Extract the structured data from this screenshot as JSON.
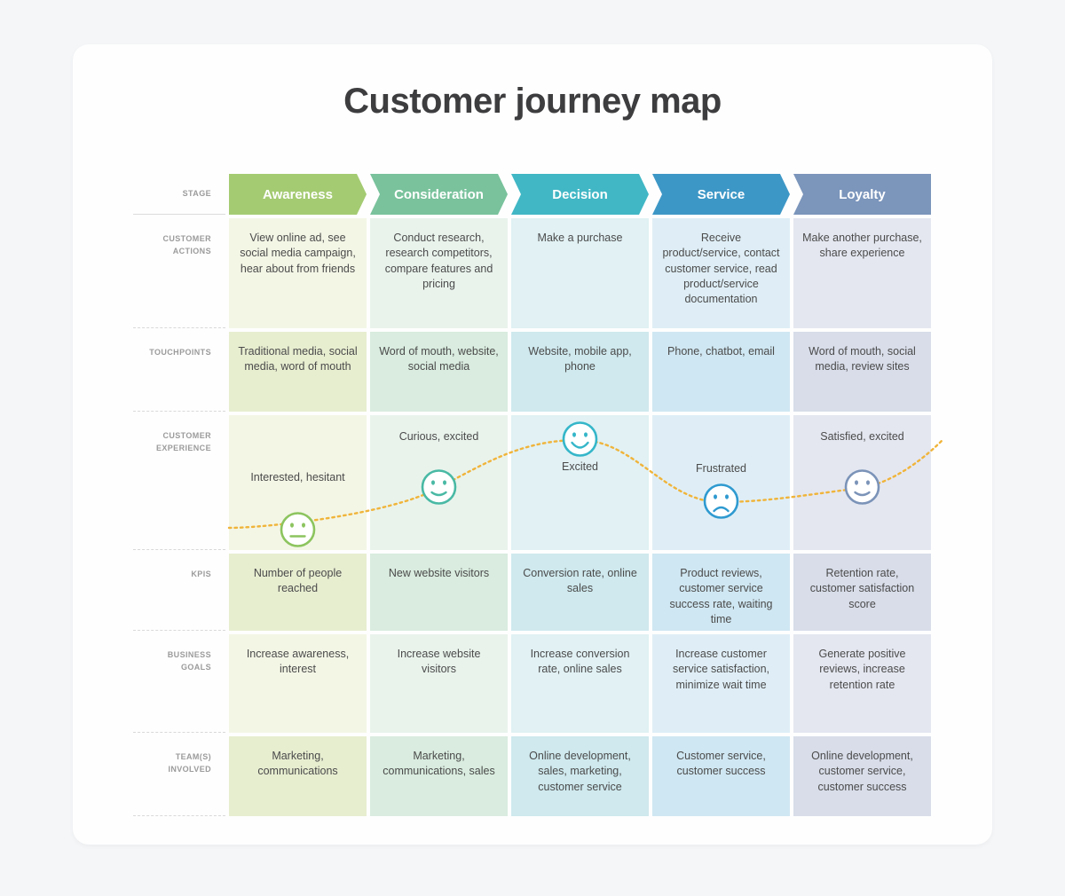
{
  "page": {
    "background": "#f4f6f8",
    "card_background": "#fefefe",
    "title": "Customer journey map",
    "title_color": "#3d3d3f"
  },
  "row_labels": {
    "stage": "STAGE",
    "customer_actions": "CUSTOMER ACTIONS",
    "touchpoints": "TOUCHPOINTS",
    "customer_experience": "CUSTOMER EXPERIENCE",
    "kpis": "KPIS",
    "business_goals": "BUSINESS GOALS",
    "teams_involved": "TEAM(S) INVOLVED"
  },
  "curve": {
    "color": "#f0b43a",
    "style": "dotted"
  },
  "stages": [
    {
      "name": "Awareness",
      "header_color": "#a4cb72",
      "tint_light": "#f3f6e5",
      "tint_medium": "#e7eed0",
      "customer_actions": "View online ad, see social media campaign, hear about from friends",
      "touchpoints": "Traditional media, social media, word of mouth",
      "experience_label": "Interested, hesitant",
      "experience_mood": "neutral",
      "face_color": "#8cc45e",
      "kpis": "Number of people reached",
      "business_goals": "Increase awareness, interest",
      "teams_involved": "Marketing, communications"
    },
    {
      "name": "Consideration",
      "header_color": "#79c29c",
      "tint_light": "#e9f3ec",
      "tint_medium": "#d9ecdf",
      "customer_actions": "Conduct research, research competitors, compare features and pricing",
      "touchpoints": "Word of mouth, website, social media",
      "experience_label": "Curious, excited",
      "experience_mood": "slight-smile",
      "face_color": "#49b9a4",
      "kpis": "New website visitors",
      "business_goals": "Increase website visitors",
      "teams_involved": "Marketing, communications, sales"
    },
    {
      "name": "Decision",
      "header_color": "#41b7c5",
      "tint_light": "#e1f1f4",
      "tint_medium": "#cfe9ee",
      "customer_actions": "Make a purchase",
      "touchpoints": "Website, mobile app, phone",
      "experience_label": "Excited",
      "experience_mood": "smile",
      "face_color": "#35b6c9",
      "kpis": "Conversion rate, online sales",
      "business_goals": "Increase conversion rate, online sales",
      "teams_involved": "Online development, sales, marketing, customer service"
    },
    {
      "name": "Service",
      "header_color": "#3d97c6",
      "tint_light": "#dfeef6",
      "tint_medium": "#cfe7f2",
      "customer_actions": "Receive product/service, contact customer service, read product/service documentation",
      "touchpoints": "Phone, chatbot, email",
      "experience_label": "Frustrated",
      "experience_mood": "frown",
      "face_color": "#2f9ad0",
      "kpis": "Product reviews, customer service success rate, waiting time",
      "business_goals": "Increase customer service satisfaction, minimize wait time",
      "teams_involved": "Customer service, customer success"
    },
    {
      "name": "Loyalty",
      "header_color": "#7b95bb",
      "tint_light": "#e4e7f0",
      "tint_medium": "#d8dde9",
      "customer_actions": "Make another purchase, share experience",
      "touchpoints": "Word of mouth, social media, review sites",
      "experience_label": "Satisfied, excited",
      "experience_mood": "slight-smile",
      "face_color": "#7b93b8",
      "kpis": "Retention rate, customer satisfaction score",
      "business_goals": "Generate positive reviews, increase retention rate",
      "teams_involved": "Online development, customer service, customer success"
    }
  ]
}
